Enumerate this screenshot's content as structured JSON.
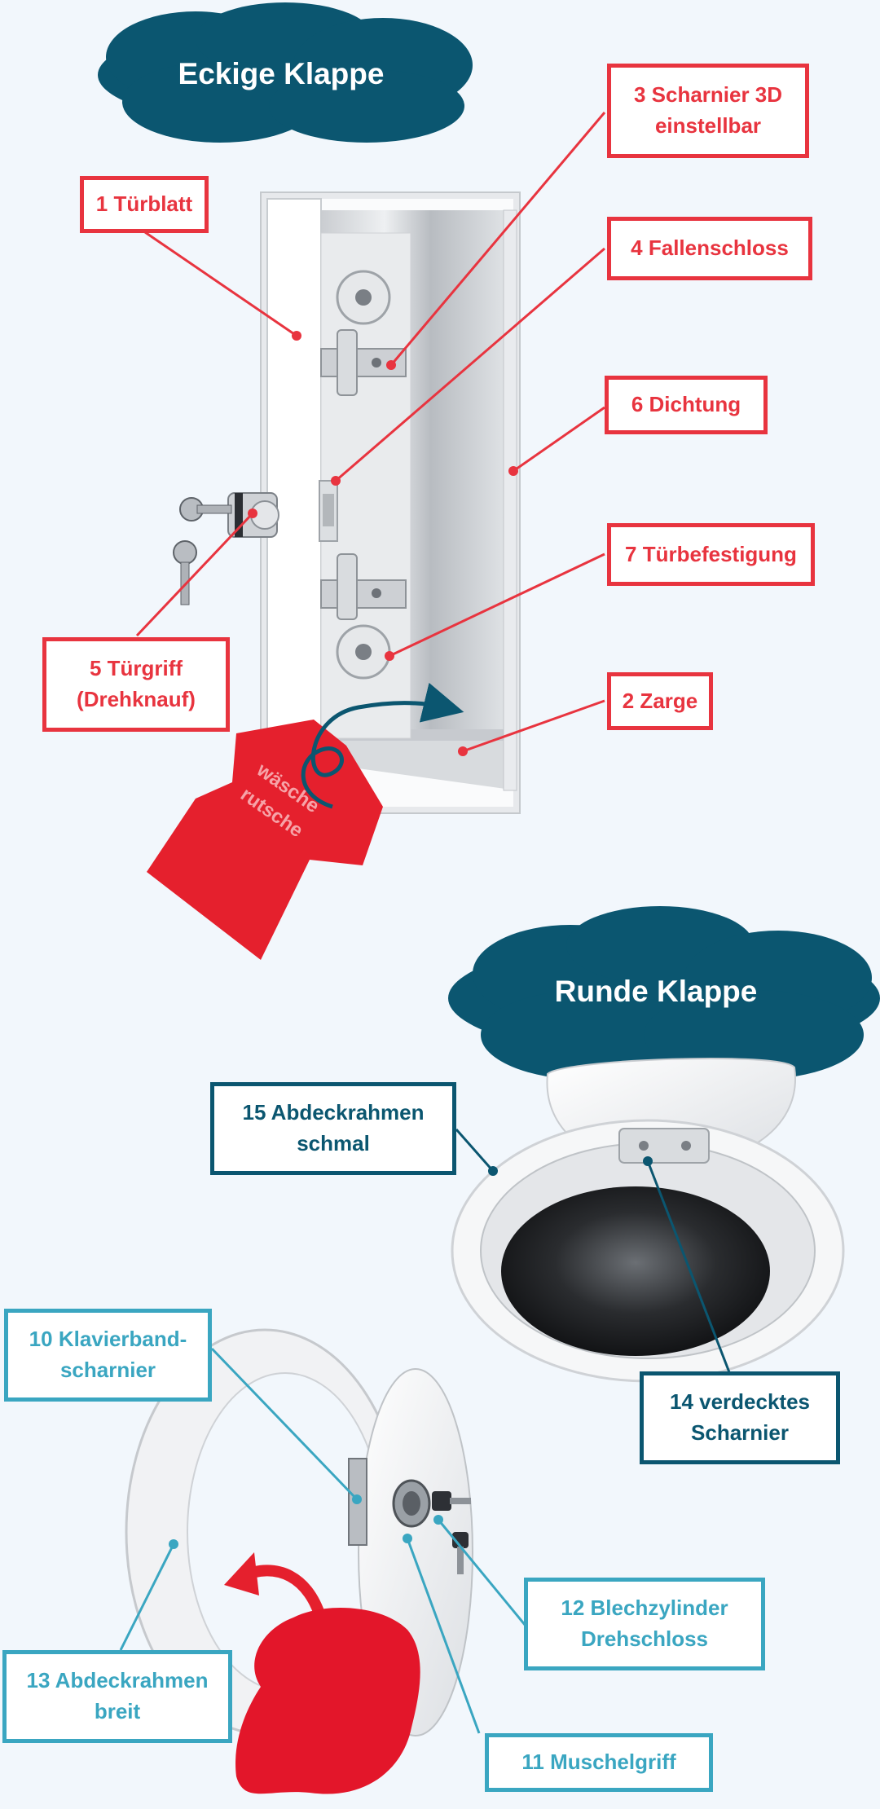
{
  "sections": {
    "square": {
      "title": "Eckige Klappe"
    },
    "round": {
      "title": "Runde Klappe"
    }
  },
  "labels": {
    "tuerblatt": "1 Türblatt",
    "zarge": "2 Zarge",
    "scharnier_3d": "3 Scharnier 3D\neinstellbar",
    "fallenschloss": "4 Fallenschloss",
    "tuergriff": "5 Türgriff\n(Drehknauf)",
    "dichtung": "6 Dichtung",
    "tuerbefestigung": "7 Türbefestigung",
    "klavierband": "10 Klavierband-\nscharnier",
    "muschelgriff": "11 Muschelgriff",
    "blechzylinder": "12 Blechzylinder\nDrehschloss",
    "abdeckrahmen_breit": "13 Abdeckrahmen\nbreit",
    "verdecktes_scharnier": "14 verdecktes\nScharnier",
    "abdeckrahmen_schmal": "15 Abdeckrahmen\nschmal"
  },
  "shirt_logo": {
    "line1": "wäsche",
    "line2": "rutsche"
  },
  "colors": {
    "red": "#e8343f",
    "navy": "#0b5670",
    "teal": "#3aa6c1",
    "cloud": "#0b5670",
    "background": "#f2f7fc"
  }
}
